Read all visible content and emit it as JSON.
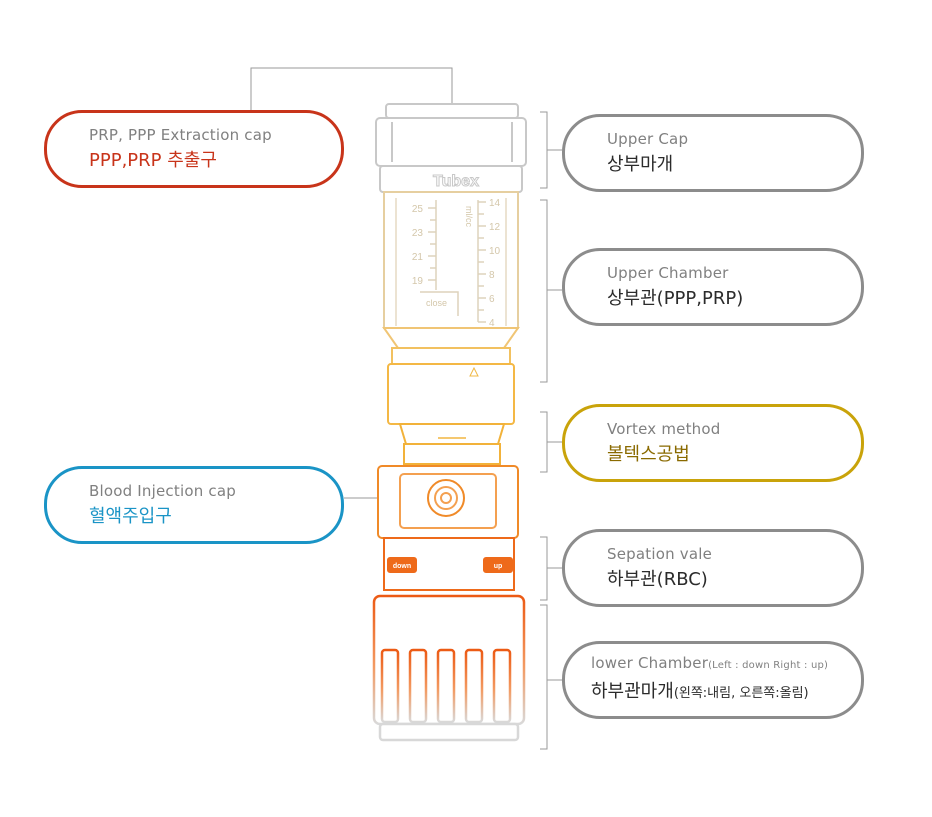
{
  "device": {
    "brand": "Tubex",
    "scale_left": [
      "25",
      "23",
      "21",
      "19"
    ],
    "scale_right": [
      "14",
      "12",
      "10",
      "8",
      "6",
      "4"
    ],
    "scale_unit": "ml/cc",
    "close_label": "close",
    "down_label": "down",
    "up_label": "up"
  },
  "labels": {
    "prp_cap": {
      "en": "PRP, PPP Extraction cap",
      "ko": "PPP,PRP 추출구",
      "color": "#c8341a"
    },
    "blood_cap": {
      "en": "Blood Injection cap",
      "ko": "혈액주입구",
      "color": "#1a94c6"
    },
    "upper_cap": {
      "en": "Upper Cap",
      "ko": "상부마개",
      "color": "#8c8c8c"
    },
    "upper_chamber": {
      "en": "Upper Chamber",
      "ko": "상부관(PPP,PRP)",
      "color": "#8c8c8c"
    },
    "vortex": {
      "en": "Vortex method",
      "ko": "볼텍스공법",
      "color": "#c9a30a",
      "ko_color": "#8a6a00"
    },
    "separation": {
      "en": "Sepation vale",
      "ko": "하부관(RBC)",
      "color": "#8c8c8c"
    },
    "lower_chamber": {
      "en": "lower Chamber",
      "en_small": "(Left : down Right : up)",
      "ko": "하부관마개",
      "ko_small": "(왼쪽:내림, 오른쪽:올림)",
      "color": "#8c8c8c"
    }
  }
}
